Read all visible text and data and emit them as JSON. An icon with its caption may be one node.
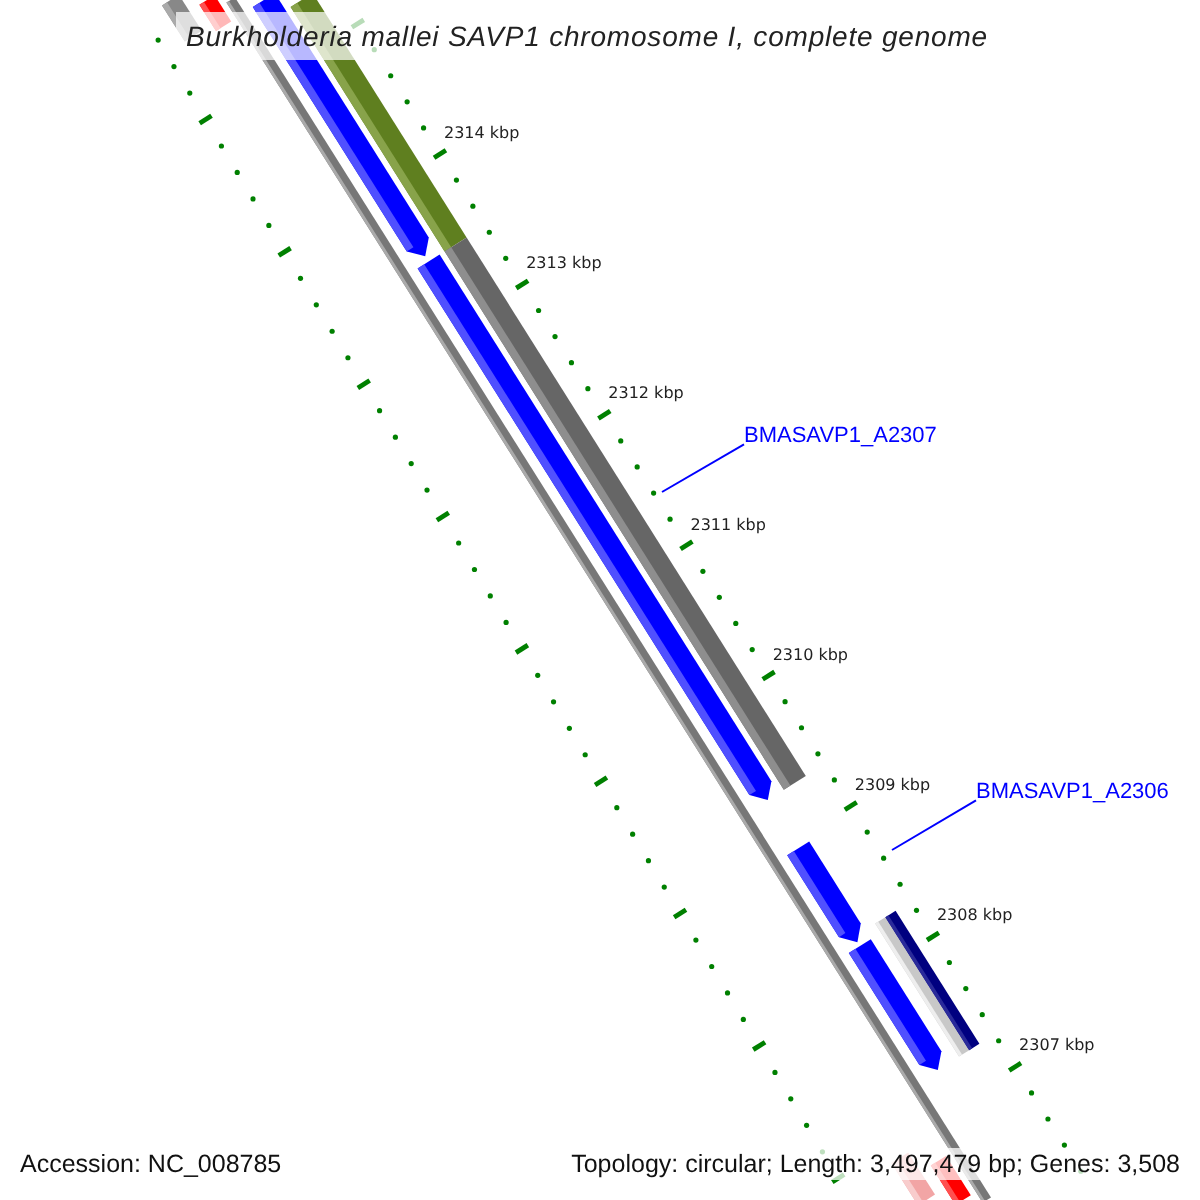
{
  "diagram": {
    "title": "Burkholderia mallei SAVP1 chromosome I, complete genome",
    "nodes": [
      {
        "text": [
          "BMASAVP1_A2307"
        ]
      },
      {
        "text": [
          "BMASAVP1_A2306"
        ]
      }
    ],
    "edges": [
      {
        "from": 0,
        "to": null,
        "arrow": "none"
      },
      {
        "from": 1,
        "to": null,
        "arrow": "none"
      }
    ],
    "labels": [
      "2314 kbp",
      "2313 kbp",
      "2312 kbp",
      "2311 kbp",
      "2310 kbp",
      "2309 kbp",
      "2308 kbp",
      "2307 kbp",
      "Accession: NC_008785",
      "Topology: circular; Length: 3,497,479 bp; Genes: 3,508"
    ]
  }
}
